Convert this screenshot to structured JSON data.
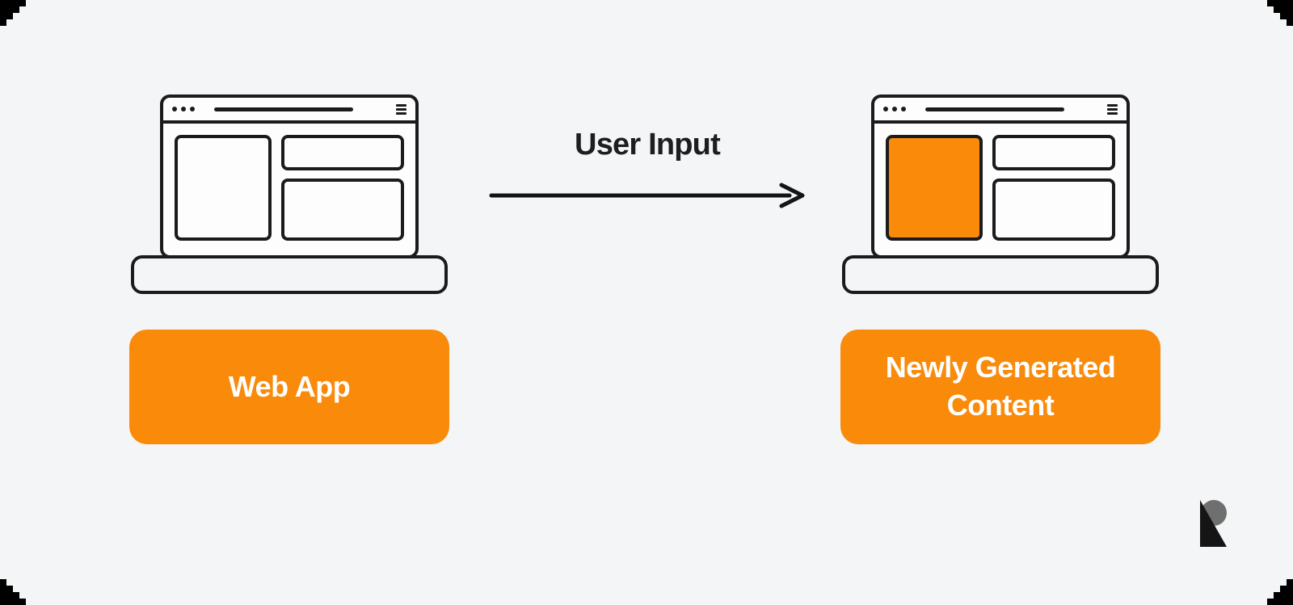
{
  "colors": {
    "background": "#f4f5f6",
    "outline_ink": "#1b1b1d",
    "accent_orange": "#f98a0a",
    "paper_white": "#fdfdfe",
    "logo_gray": "#6f6f6f",
    "page_behind": "#000000",
    "label_text": "#ffffff"
  },
  "diagram": {
    "arrow_label": "User Input",
    "source": {
      "label": "Web App",
      "icon": "browser-on-laptop-icon",
      "panel_highlighted": false
    },
    "target": {
      "label": "Newly Generated Content",
      "icon": "browser-on-laptop-icon",
      "panel_highlighted": true
    }
  },
  "icons": {
    "window_dots": "three-dots-icon",
    "url_bar": "address-bar-line",
    "window_menu": "hamburger-menu-icon",
    "arrow": "right-arrow",
    "brand": "r-logo-mark"
  }
}
